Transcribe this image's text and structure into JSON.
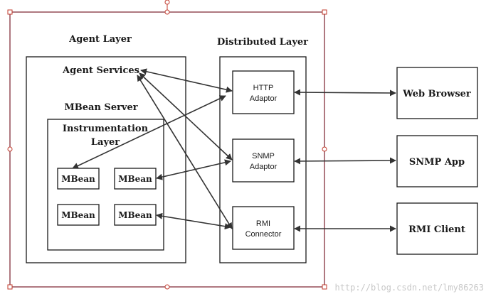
{
  "colors": {
    "frame": "#7a1f2b",
    "handle": "#c0392b",
    "stroke": "#1a1a1a",
    "watermark": "#c8c8c8"
  },
  "layers": {
    "agent_layer": "Agent Layer",
    "distributed_layer": "Distributed Layer"
  },
  "agent": {
    "services": "Agent Services",
    "mbean_server": "MBean Server",
    "instrumentation_line1": "Instrumentation",
    "instrumentation_line2": "Layer",
    "mbeans": [
      "MBean",
      "MBean",
      "MBean",
      "MBean"
    ]
  },
  "adaptors": {
    "http_line1": "HTTP",
    "http_line2": "Adaptor",
    "snmp_line1": "SNMP",
    "snmp_line2": "Adaptor",
    "rmi_line1": "RMI",
    "rmi_line2": "Connector"
  },
  "clients": {
    "web_browser": "Web Browser",
    "snmp_app": "SNMP App",
    "rmi_client": "RMI Client"
  },
  "watermark": "http://blog.csdn.net/lmy86263"
}
